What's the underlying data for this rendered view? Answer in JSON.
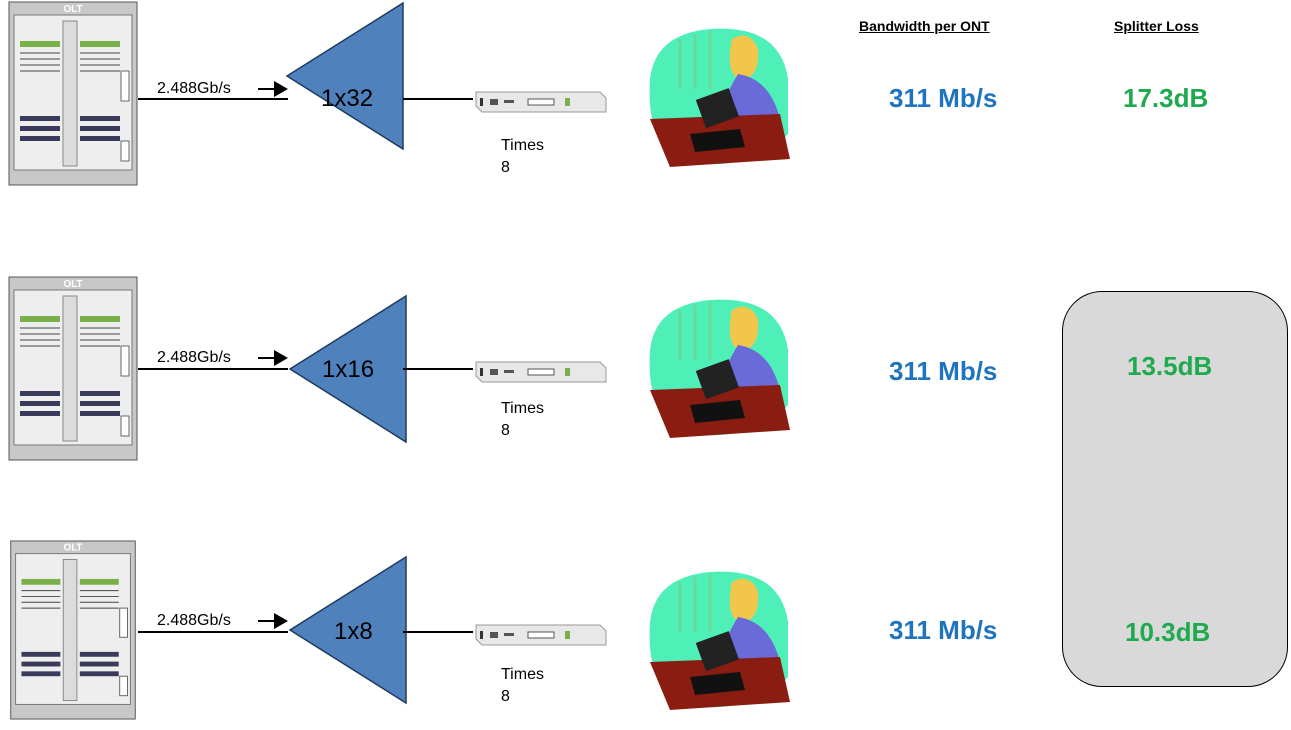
{
  "headers": {
    "bandwidth": "Bandwidth per ONT",
    "loss": "Splitter  Loss"
  },
  "olt_label": "OLT",
  "icons": {
    "olt": "olt-rack-icon",
    "splitter": "triangle-splitter-icon",
    "ont": "ont-device-icon",
    "user": "person-on-phone-icon"
  },
  "colors": {
    "splitter": "#4f81bd",
    "bandwidth_text": "#1f74bf",
    "loss_text": "#1faa4f",
    "loss_box": "#d9d9d9"
  },
  "rows": [
    {
      "rate": "2.488Gb/s",
      "split": "1x32",
      "times": "Times",
      "times_count": "8",
      "bandwidth": "311 Mb/s",
      "loss": "17.3dB"
    },
    {
      "rate": "2.488Gb/s",
      "split": "1x16",
      "times": "Times",
      "times_count": "8",
      "bandwidth": "311 Mb/s",
      "loss": "13.5dB"
    },
    {
      "rate": "2.488Gb/s",
      "split": "1x8",
      "times": "Times",
      "times_count": "8",
      "bandwidth": "311 Mb/s",
      "loss": "10.3dB"
    }
  ]
}
